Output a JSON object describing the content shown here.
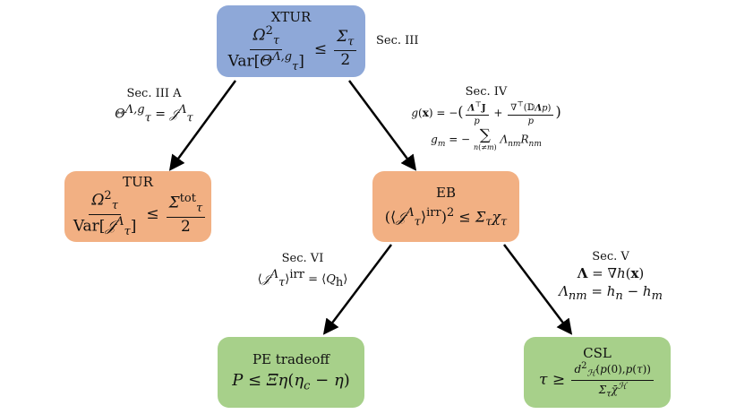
{
  "nodes": {
    "xtur": {
      "title": "XTUR",
      "lhs_num": "Ω²_τ",
      "lhs_den": "Var[Θ_τ^{Λ,g}]",
      "rel": "≤",
      "rhs_num": "Σ_τ",
      "rhs_den": "2",
      "section": "Sec. III",
      "color": "#8ea8d8"
    },
    "tur": {
      "title": "TUR",
      "lhs_num": "Ω²_τ",
      "lhs_den": "Var[𝒥_τ^Λ]",
      "rel": "≤",
      "rhs_num": "Σ_τ^tot",
      "rhs_den": "2",
      "color": "#f2b083"
    },
    "eb": {
      "title": "EB",
      "formula": "(⟨𝒥_τ^Λ⟩^irr)² ≤ Σ_τ χ_τ",
      "color": "#f2b083"
    },
    "pe": {
      "title": "PE tradeoff",
      "formula": "P ≤ Ξη(η_c − η)",
      "color": "#a7d08a"
    },
    "csl": {
      "title": "CSL",
      "lhs": "τ ≥",
      "num": "d²_ℋ(p(0),p(τ))",
      "den": "Σ_τ χ̄^ℋ",
      "color": "#a7d08a"
    }
  },
  "edges": {
    "xtur_tur": {
      "section": "Sec. III A",
      "eq": "Θ_τ^{Λ,g} = 𝒥_τ^Λ"
    },
    "xtur_eb": {
      "section": "Sec. IV",
      "eq1": "g(x) = −(Λ^⊤J/p + ∇^⊤(𝔻Λp)/p)",
      "eq2": "g_m = − Σ_{n(≠m)} Λ_nm R_nm"
    },
    "eb_pe": {
      "section": "Sec. VI",
      "eq": "⟨𝒥_τ^Λ⟩^irr = ⟨Q_h⟩"
    },
    "eb_csl": {
      "section": "Sec. V",
      "eq1": "Λ = ∇h(x)",
      "eq2": "Λ_nm = h_n − h_m"
    }
  }
}
